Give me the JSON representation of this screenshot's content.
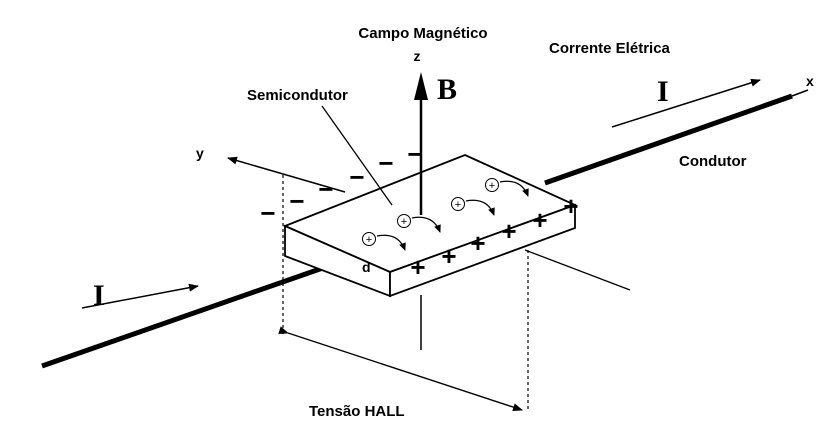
{
  "labels": {
    "magnetic_field": "Campo Magnético",
    "z_axis": "z",
    "b_symbol": "B",
    "semiconductor": "Semicondutor",
    "current": "Corrente Elétrica",
    "x_axis": "x",
    "y_axis": "y",
    "current_symbol_right": "I",
    "current_symbol_left": "I",
    "conductor": "Condutor",
    "thickness": "d",
    "hall_voltage": "Tensão HALL"
  },
  "charges": {
    "negative": [
      "−",
      "−",
      "−",
      "−",
      "−",
      "−"
    ],
    "positive": [
      "+",
      "+",
      "+",
      "+",
      "+",
      "+"
    ],
    "carrier": "+"
  },
  "colors": {
    "ink": "#000000",
    "background": "#ffffff"
  }
}
